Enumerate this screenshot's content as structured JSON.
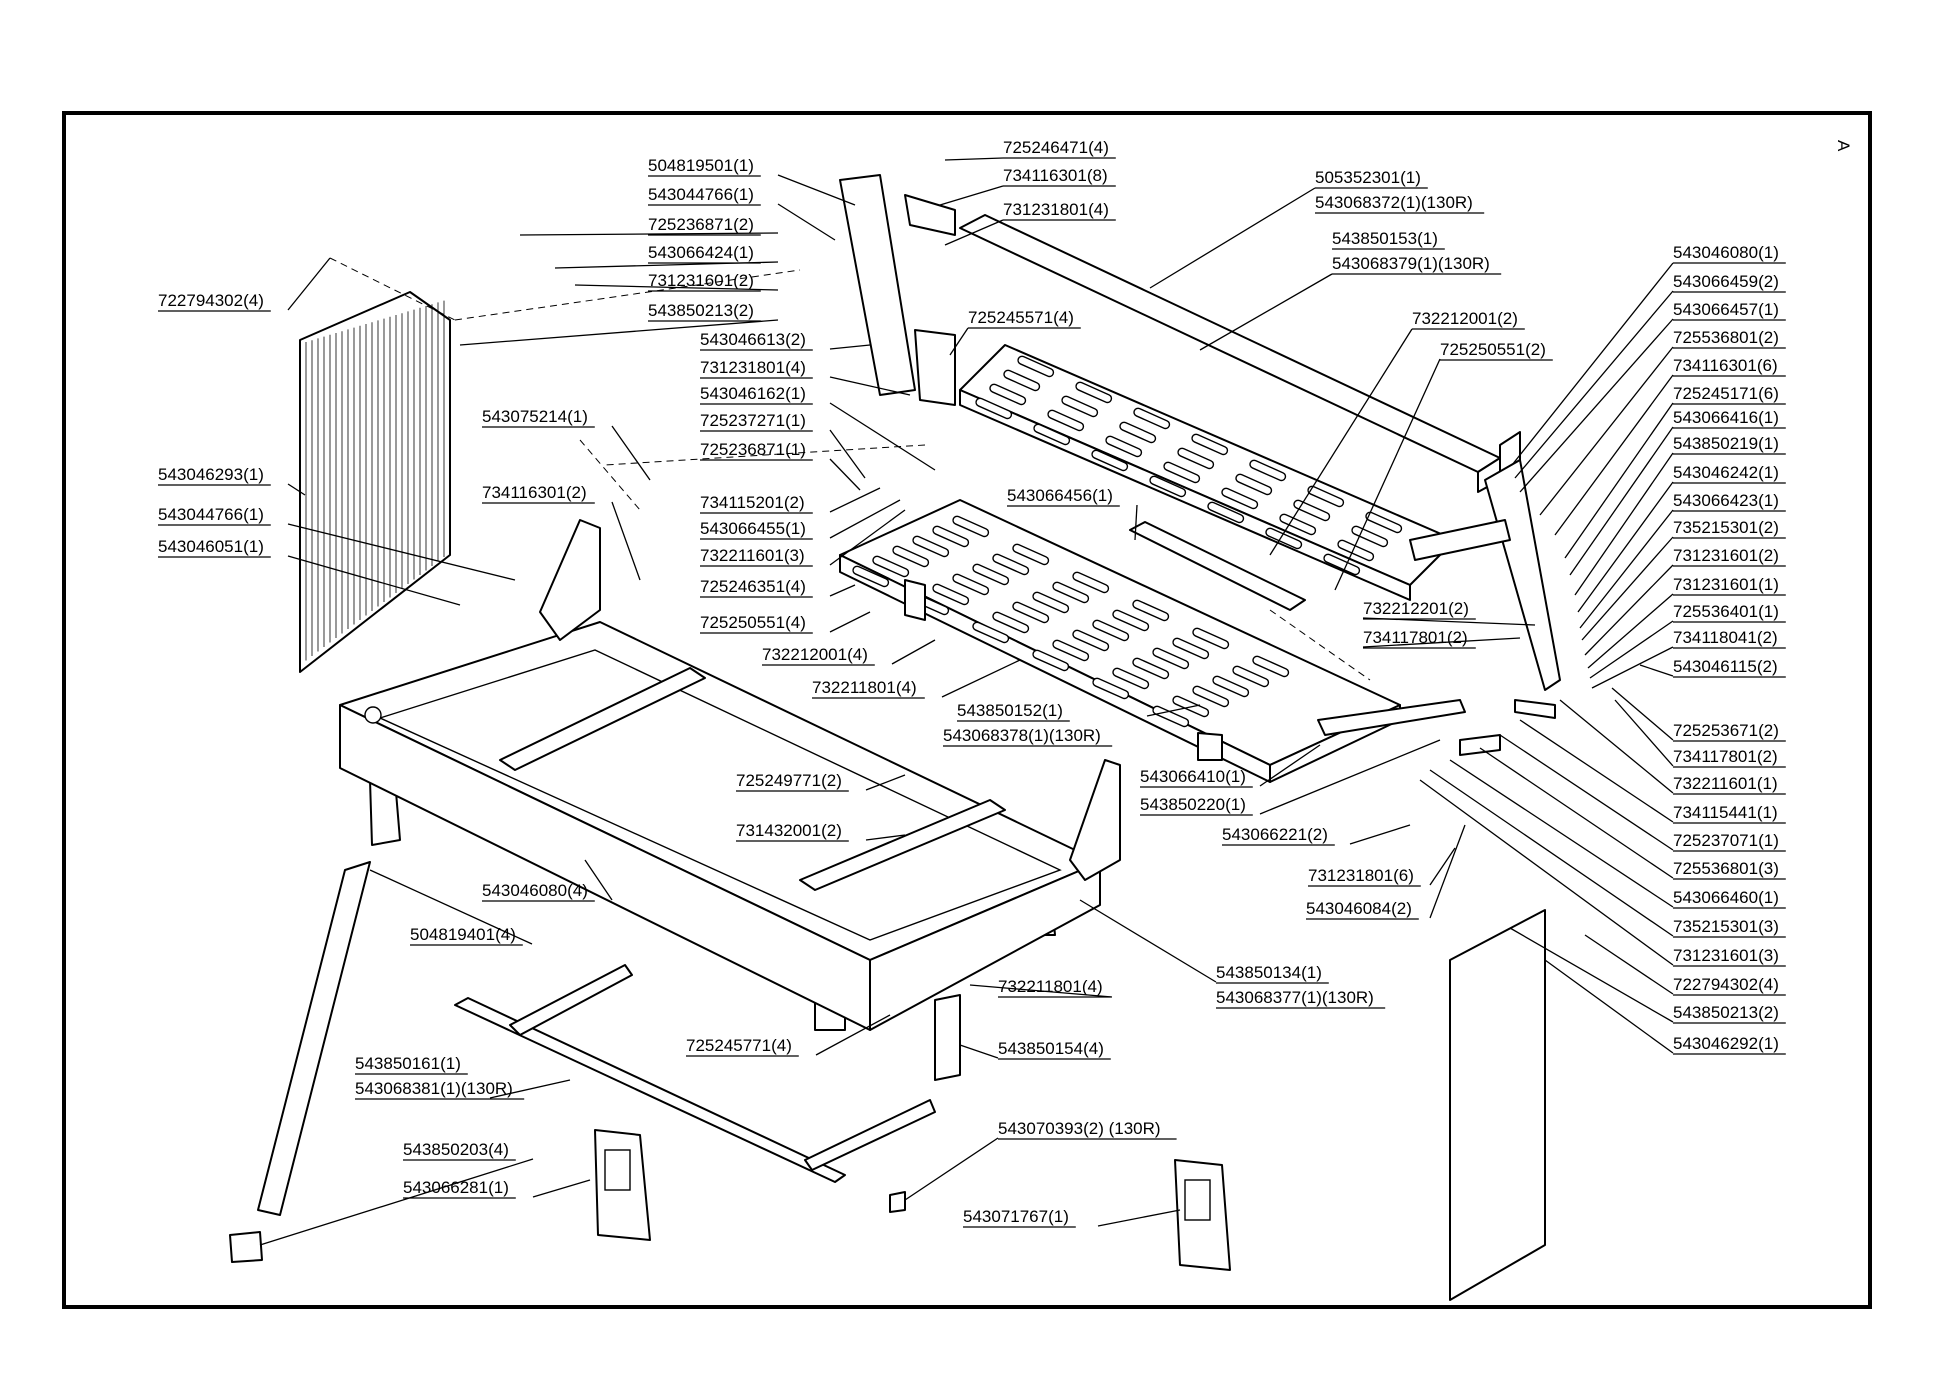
{
  "sheet": {
    "corner_mark": "A"
  },
  "labels": [
    {
      "id": "l1",
      "text": "504819501(1)"
    },
    {
      "id": "l2",
      "text": "543044766(1)"
    },
    {
      "id": "l3",
      "text": "725236871(2)"
    },
    {
      "id": "l4",
      "text": "543066424(1)"
    },
    {
      "id": "l5",
      "text": "731231601(2)"
    },
    {
      "id": "l6",
      "text": "543850213(2)"
    },
    {
      "id": "l7",
      "text": "722794302(4)"
    },
    {
      "id": "l8",
      "text": "725246471(4)"
    },
    {
      "id": "l9",
      "text": "734116301(8)"
    },
    {
      "id": "l10",
      "text": "731231801(4)"
    },
    {
      "id": "l11",
      "text": "505352301(1)"
    },
    {
      "id": "l12",
      "text": "543068372(1)(130R)"
    },
    {
      "id": "l13",
      "text": "543850153(1)"
    },
    {
      "id": "l14",
      "text": "543068379(1)(130R)"
    },
    {
      "id": "l15",
      "text": "543046613(2)"
    },
    {
      "id": "l16",
      "text": "725245571(4)"
    },
    {
      "id": "l17",
      "text": "731231801(4)"
    },
    {
      "id": "l18",
      "text": "543046162(1)"
    },
    {
      "id": "l19",
      "text": "725237271(1)"
    },
    {
      "id": "l20",
      "text": "725236871(1)"
    },
    {
      "id": "l21",
      "text": "543075214(1)"
    },
    {
      "id": "l22",
      "text": "734116301(2)"
    },
    {
      "id": "l23",
      "text": "543046293(1)"
    },
    {
      "id": "l24",
      "text": "543044766(1)"
    },
    {
      "id": "l25",
      "text": "543046051(1)"
    },
    {
      "id": "l26",
      "text": "734115201(2)"
    },
    {
      "id": "l27",
      "text": "543066455(1)"
    },
    {
      "id": "l28",
      "text": "732211601(3)"
    },
    {
      "id": "l29",
      "text": "725246351(4)"
    },
    {
      "id": "l30",
      "text": "725250551(4)"
    },
    {
      "id": "l31",
      "text": "732212001(4)"
    },
    {
      "id": "l32",
      "text": "732211801(4)"
    },
    {
      "id": "l33",
      "text": "543066456(1)"
    },
    {
      "id": "l34",
      "text": "732212001(2)"
    },
    {
      "id": "l35",
      "text": "725250551(2)"
    },
    {
      "id": "l36",
      "text": "543850152(1)"
    },
    {
      "id": "l37",
      "text": "543068378(1)(130R)"
    },
    {
      "id": "l38",
      "text": "732212201(2)"
    },
    {
      "id": "l39",
      "text": "734117801(2)"
    },
    {
      "id": "l40",
      "text": "543046080(1)"
    },
    {
      "id": "l41",
      "text": "543066459(2)"
    },
    {
      "id": "l42",
      "text": "543066457(1)"
    },
    {
      "id": "l43",
      "text": "725536801(2)"
    },
    {
      "id": "l44",
      "text": "734116301(6)"
    },
    {
      "id": "l45",
      "text": "725245171(6)"
    },
    {
      "id": "l46",
      "text": "543066416(1)"
    },
    {
      "id": "l47",
      "text": "543850219(1)"
    },
    {
      "id": "l48",
      "text": "543046242(1)"
    },
    {
      "id": "l49",
      "text": "543066423(1)"
    },
    {
      "id": "l50",
      "text": "735215301(2)"
    },
    {
      "id": "l51",
      "text": "731231601(2)"
    },
    {
      "id": "l52",
      "text": "731231601(1)"
    },
    {
      "id": "l53",
      "text": "725536401(1)"
    },
    {
      "id": "l54",
      "text": "734118041(2)"
    },
    {
      "id": "l55",
      "text": "543046115(2)"
    },
    {
      "id": "l56",
      "text": "725253671(2)"
    },
    {
      "id": "l57",
      "text": "734117801(2)"
    },
    {
      "id": "l58",
      "text": "732211601(1)"
    },
    {
      "id": "l59",
      "text": "734115441(1)"
    },
    {
      "id": "l60",
      "text": "725237071(1)"
    },
    {
      "id": "l61",
      "text": "725536801(3)"
    },
    {
      "id": "l62",
      "text": "543066460(1)"
    },
    {
      "id": "l63",
      "text": "735215301(3)"
    },
    {
      "id": "l64",
      "text": "731231601(3)"
    },
    {
      "id": "l65",
      "text": "722794302(4)"
    },
    {
      "id": "l66",
      "text": "543850213(2)"
    },
    {
      "id": "l67",
      "text": "543046292(1)"
    },
    {
      "id": "l68",
      "text": "543066410(1)"
    },
    {
      "id": "l69",
      "text": "543850220(1)"
    },
    {
      "id": "l70",
      "text": "543066221(2)"
    },
    {
      "id": "l71",
      "text": "731231801(6)"
    },
    {
      "id": "l72",
      "text": "543046084(2)"
    },
    {
      "id": "l73",
      "text": "725249771(2)"
    },
    {
      "id": "l74",
      "text": "731432001(2)"
    },
    {
      "id": "l75",
      "text": "543046080(4)"
    },
    {
      "id": "l76",
      "text": "504819401(4)"
    },
    {
      "id": "l77",
      "text": "543850134(1)"
    },
    {
      "id": "l78",
      "text": "543068377(1)(130R)"
    },
    {
      "id": "l79",
      "text": "732211801(4)"
    },
    {
      "id": "l80",
      "text": "725245771(4)"
    },
    {
      "id": "l81",
      "text": "543850154(4)"
    },
    {
      "id": "l82",
      "text": "543850161(1)"
    },
    {
      "id": "l83",
      "text": "543068381(1)(130R)"
    },
    {
      "id": "l84",
      "text": "543850203(4)"
    },
    {
      "id": "l85",
      "text": "543066281(1)"
    },
    {
      "id": "l86",
      "text": "543070393(2) (130R)"
    },
    {
      "id": "l87",
      "text": "543071767(1)"
    }
  ]
}
